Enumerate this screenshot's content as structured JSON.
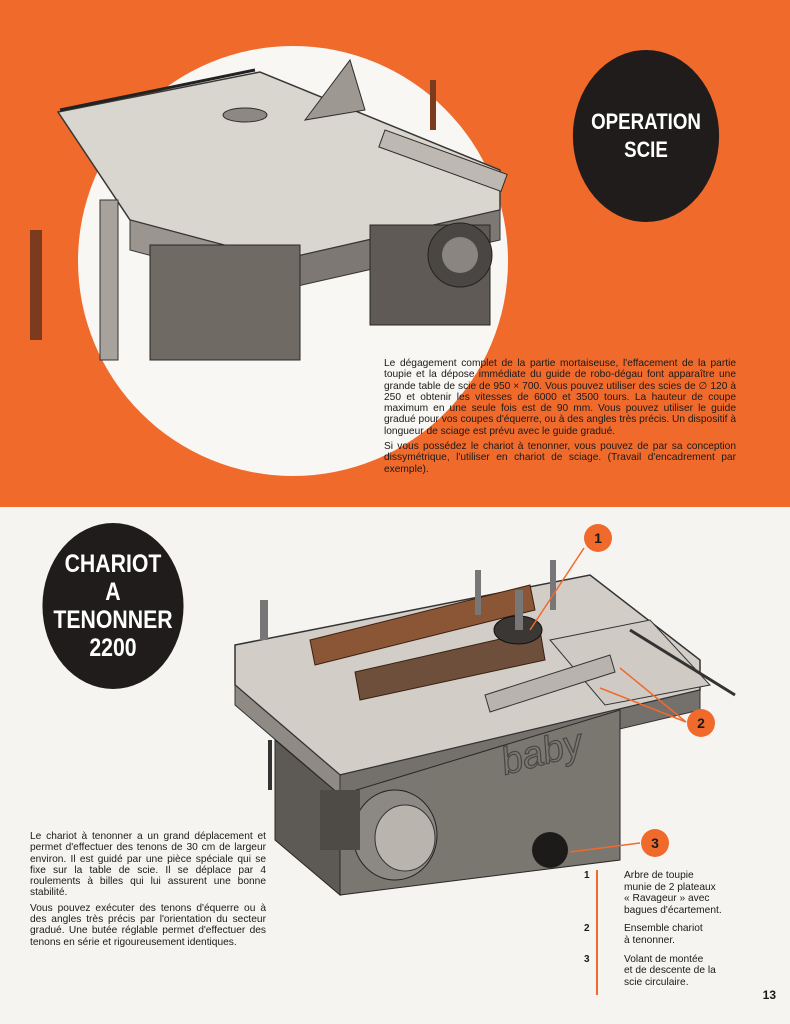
{
  "colors": {
    "accent": "#f06a2c",
    "badge": "#1f1c1b",
    "paper": "#f6f4f0"
  },
  "top_section": {
    "badge_title": "OPERATION\nSCIE",
    "paragraphs": [
      "Le dégagement complet de la partie mortaiseuse, l'effacement de la partie toupie et la dépose immédiate du guide de robo-dégau font apparaître une grande table de scie de 950 × 700. Vous pouvez utiliser des scies de ∅ 120 à 250 et obtenir les vitesses de 6000 et 3500 tours. La hauteur de coupe maximum en une seule fois est de 90 mm. Vous pouvez utiliser le guide gradué pour vos coupes d'équerre, ou à des angles très précis. Un dispositif à longueur de sciage est prévu avec le guide gradué.",
      "Si vous possédez le chariot à tenonner, vous pouvez de par sa conception dissymétrique, l'utiliser en chariot de sciage. (Travail d'encadrement par exemple)."
    ]
  },
  "bottom_section": {
    "badge_title": "CHARIOT\nA\nTENONNER\n2200",
    "paragraphs": [
      "Le chariot à tenonner a un grand déplacement et permet d'effectuer des tenons de 30 cm de largeur environ. Il est guidé par une pièce spéciale qui se fixe sur la table de scie. Il se déplace par 4 roulements à billes qui lui assurent une bonne stabilité.",
      "Vous pouvez exécuter des tenons d'équerre ou à des angles très précis par l'orientation du secteur gradué. Une butée réglable permet d'effectuer des tenons en série et rigoureusement identiques."
    ],
    "machine_brand": "baby",
    "callouts": [
      "1",
      "2",
      "3"
    ],
    "legend": [
      {
        "num": "1",
        "text": "Arbre de toupie\nmunie de 2 plateaux\n« Ravageur » avec\nbagues d'écartement."
      },
      {
        "num": "2",
        "text": "Ensemble chariot\nà tenonner."
      },
      {
        "num": "3",
        "text": "Volant de montée\net de descente de la\nscie circulaire."
      }
    ]
  },
  "page_number": "13"
}
